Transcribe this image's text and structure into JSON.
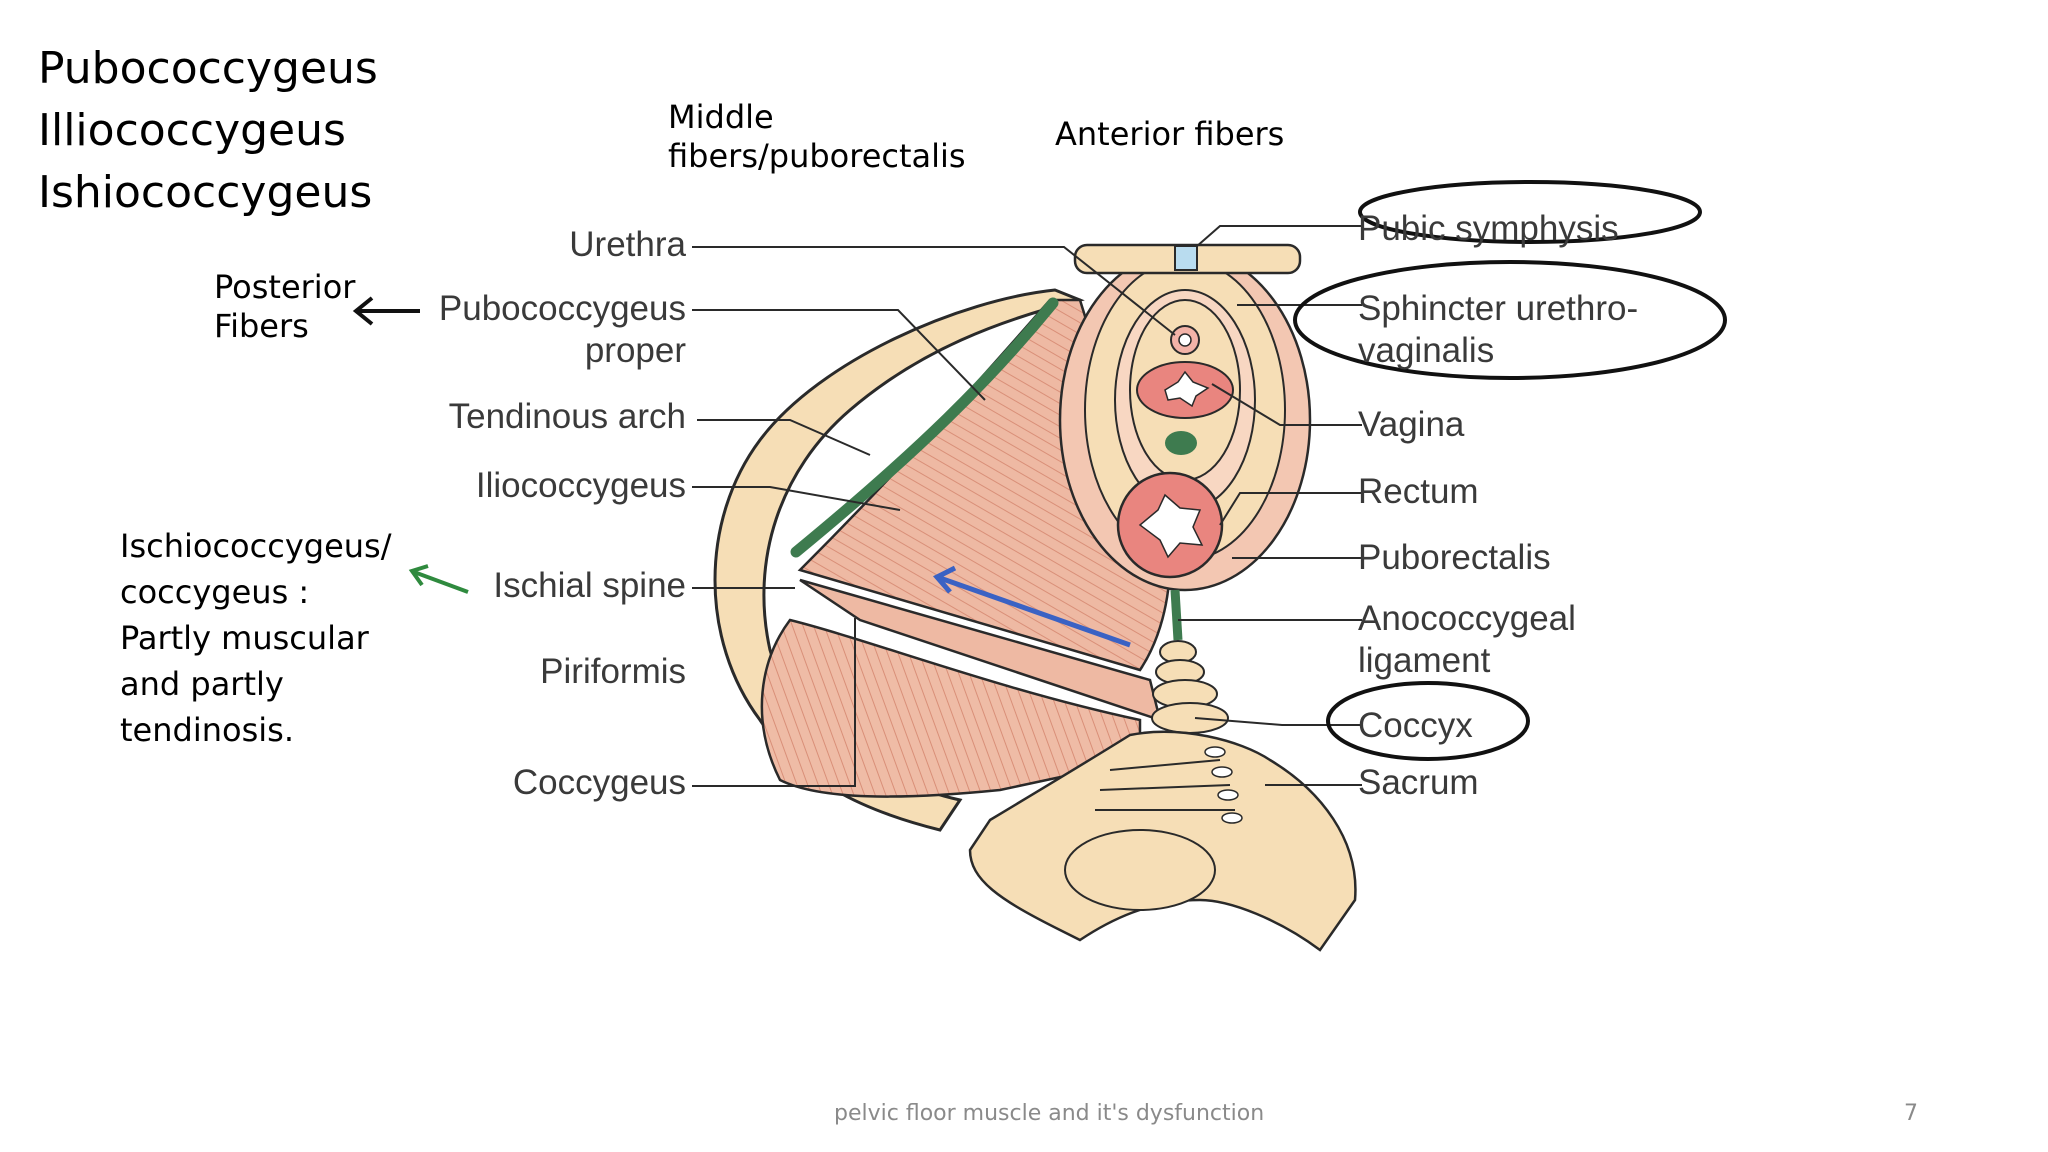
{
  "slide": {
    "title_lines": [
      "Pubococcygeus",
      "Illiococcygeus",
      "Ishiococcygeus"
    ],
    "middle_fibers": [
      "Middle",
      "fibers/puborectalis"
    ],
    "anterior_fibers": "Anterior fibers",
    "posterior_fibers": [
      "Posterior",
      "Fibers"
    ],
    "ischio_note": [
      "Ischiococcygeus/",
      "coccygeus :",
      "Partly muscular",
      "and partly",
      "tendinosis."
    ],
    "footer_text": "pelvic floor muscle and it's dysfunction",
    "page_number": "7"
  },
  "labels_left": {
    "urethra": "Urethra",
    "pubococcygeus": "Pubococcygeus",
    "proper": "proper",
    "tendinous_arch": "Tendinous arch",
    "iliococcygeus": "Iliococcygeus",
    "ischial_spine": "Ischial spine",
    "piriformis": "Piriformis",
    "coccygeus": "Coccygeus"
  },
  "labels_right": {
    "pubic_symphysis": "Pubic symphysis",
    "sphincter_1": "Sphincter urethro-",
    "sphincter_2": "vaginalis",
    "vagina": "Vagina",
    "rectum": "Rectum",
    "puborectalis": "Puborectalis",
    "anococcygeal_1": "Anococcygeal",
    "anococcygeal_2": "ligament",
    "coccyx": "Coccyx",
    "sacrum": "Sacrum"
  },
  "colors": {
    "muscle": "#eeb9a3",
    "muscle_line": "#d98f78",
    "bone": "#f6deb6",
    "bone_outline": "#2a2a2a",
    "tendon_green": "#3e7b4f",
    "blue_arrow": "#3a62c4",
    "green_arrow": "#2f8a3e",
    "symphysis_blue": "#b9dcef"
  },
  "icons": [
    "arrow-left-icon",
    "green-arrow-icon",
    "blue-arrow-icon"
  ]
}
